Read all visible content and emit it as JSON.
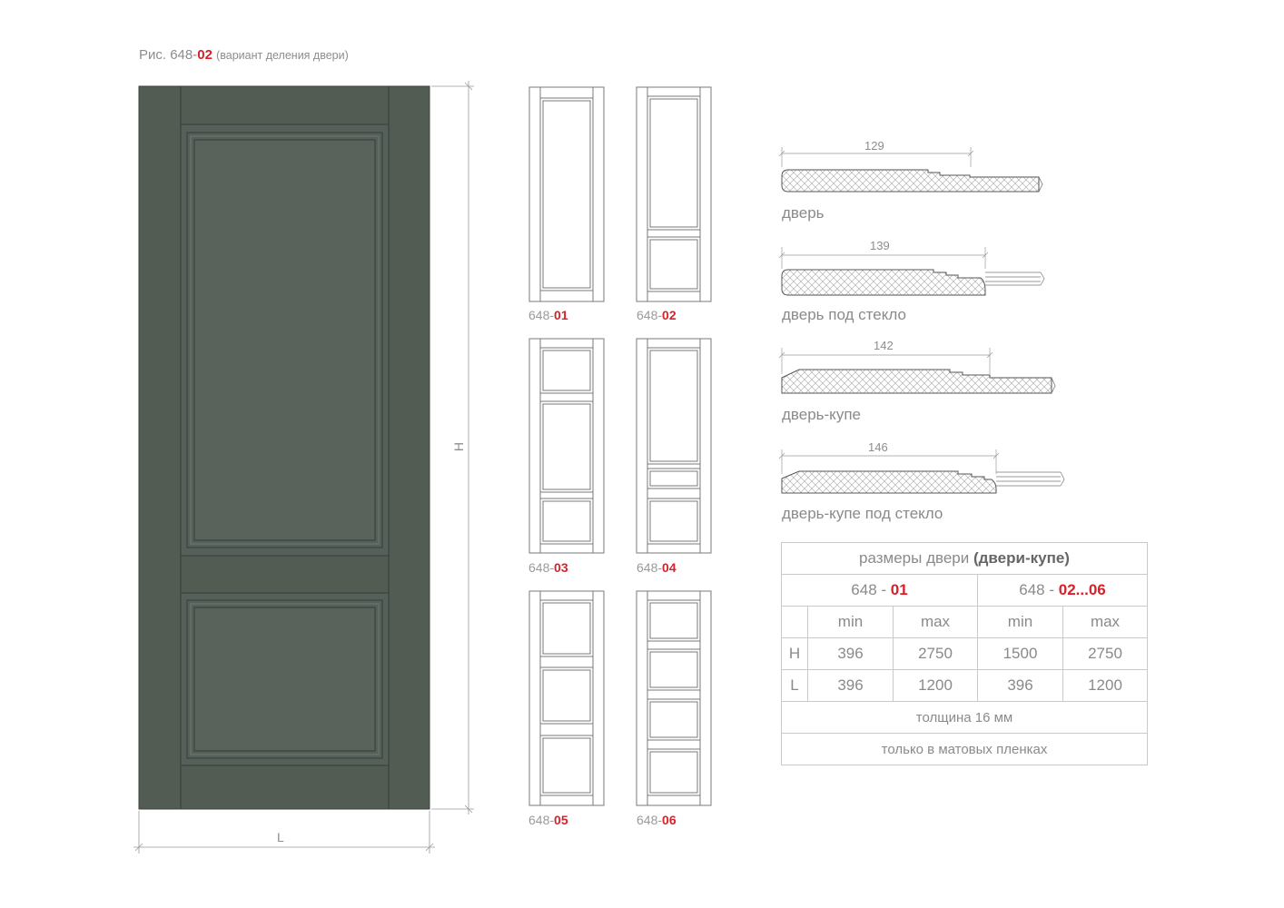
{
  "caption": {
    "prefix": "Рис. 648-",
    "code": "02",
    "note": "(вариант деления двери)"
  },
  "main_door": {
    "color": "#525c53",
    "height_label": "H",
    "width_label": "L"
  },
  "variants": [
    {
      "prefix": "648-",
      "code": "01"
    },
    {
      "prefix": "648-",
      "code": "02"
    },
    {
      "prefix": "648-",
      "code": "03"
    },
    {
      "prefix": "648-",
      "code": "04"
    },
    {
      "prefix": "648-",
      "code": "05"
    },
    {
      "prefix": "648-",
      "code": "06"
    }
  ],
  "profiles": [
    {
      "width": "129",
      "label": "дверь"
    },
    {
      "width": "139",
      "label": "дверь под стекло"
    },
    {
      "width": "142",
      "label": "дверь-купе"
    },
    {
      "width": "146",
      "label": "дверь-купе под стекло"
    }
  ],
  "table": {
    "title_prefix": "размеры двери ",
    "title_bold": "(двери-купе)",
    "group1_prefix": "648 - ",
    "group1_code": "01",
    "group2_prefix": "648 - ",
    "group2_code": "02...06",
    "col_min": "min",
    "col_max": "max",
    "rows": [
      {
        "label": "H",
        "v1": "396",
        "v2": "2750",
        "v3": "1500",
        "v4": "2750"
      },
      {
        "label": "L",
        "v1": "396",
        "v2": "1200",
        "v3": "396",
        "v4": "1200"
      }
    ],
    "thickness": "толщина 16 мм",
    "finish": "только в матовых пленках"
  },
  "colors": {
    "accent": "#d8202a",
    "line": "#8d8d8d",
    "door": "#525c53"
  }
}
